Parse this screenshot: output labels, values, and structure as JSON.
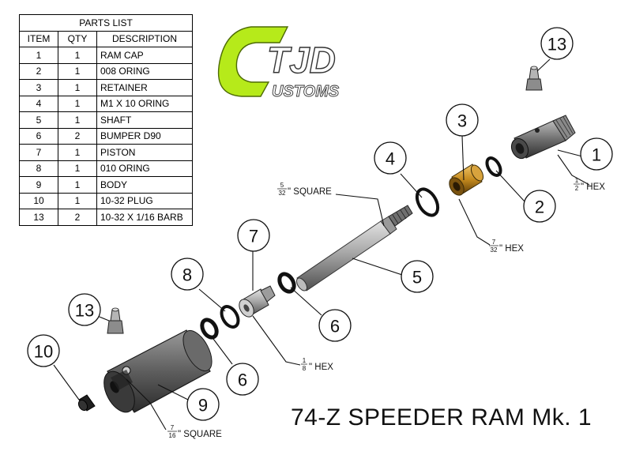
{
  "parts_list": {
    "title": "PARTS LIST",
    "headers": {
      "item": "ITEM",
      "qty": "QTY",
      "description": "DESCRIPTION"
    },
    "rows": [
      {
        "item": "1",
        "qty": "1",
        "description": "RAM CAP"
      },
      {
        "item": "2",
        "qty": "1",
        "description": "008 ORING"
      },
      {
        "item": "3",
        "qty": "1",
        "description": "RETAINER"
      },
      {
        "item": "4",
        "qty": "1",
        "description": "M1 X 10 ORING"
      },
      {
        "item": "5",
        "qty": "1",
        "description": "SHAFT"
      },
      {
        "item": "6",
        "qty": "2",
        "description": "BUMPER D90"
      },
      {
        "item": "7",
        "qty": "1",
        "description": "PISTON"
      },
      {
        "item": "8",
        "qty": "1",
        "description": "010 ORING"
      },
      {
        "item": "9",
        "qty": "1",
        "description": "BODY"
      },
      {
        "item": "10",
        "qty": "1",
        "description": "10-32 PLUG"
      },
      {
        "item": "13",
        "qty": "2",
        "description": "10-32 X 1/16 BARB"
      }
    ]
  },
  "logo": {
    "big": "TJD",
    "small": "USTOMS"
  },
  "callouts": {
    "c1": "1",
    "c2": "2",
    "c3": "3",
    "c4": "4",
    "c5": "5",
    "c6a": "6",
    "c6b": "6",
    "c7": "7",
    "c8": "8",
    "c9": "9",
    "c10": "10",
    "c13a": "13",
    "c13b": "13"
  },
  "dimensions": {
    "hex_half": {
      "num": "1",
      "den": "2",
      "text": "\" HEX"
    },
    "hex_7_32": {
      "num": "7",
      "den": "32",
      "text": "\" HEX"
    },
    "square_5_32": {
      "num": "5",
      "den": "32",
      "text": "\" SQUARE"
    },
    "hex_1_8": {
      "num": "1",
      "den": "8",
      "text": "\" HEX"
    },
    "square_7_16": {
      "num": "7",
      "den": "16",
      "text": "\" SQUARE"
    }
  },
  "title": "74-Z SPEEDER RAM Mk. 1",
  "colors": {
    "logo_green": "#b6ea1a",
    "brass": "#c58a1e",
    "steel": "#8c8c8c"
  }
}
